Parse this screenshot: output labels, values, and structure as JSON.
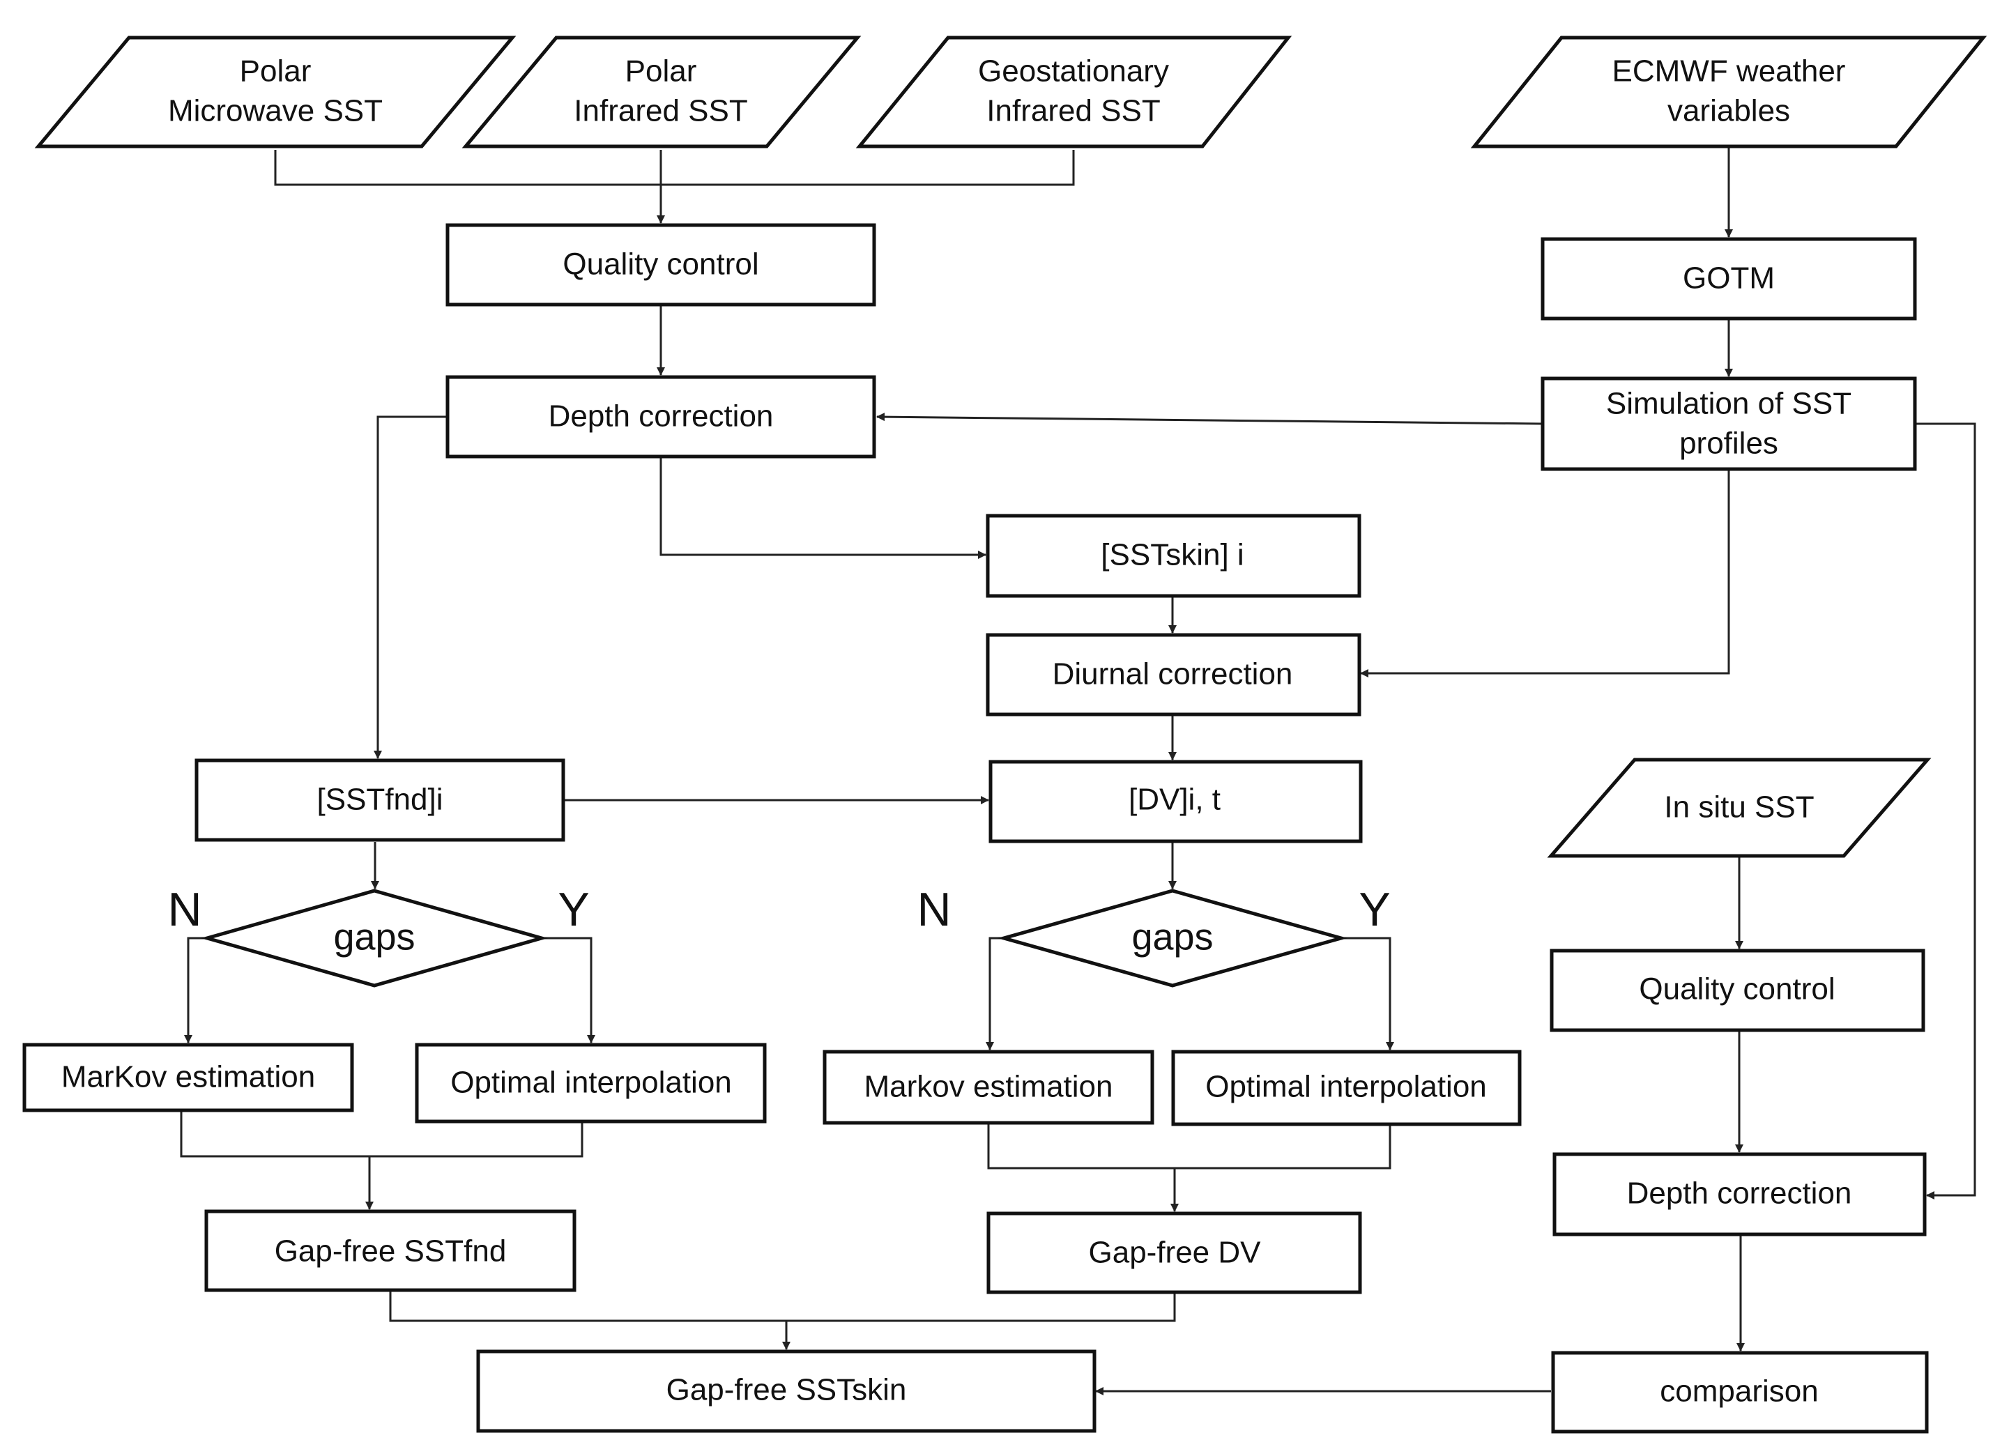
{
  "nodes": {
    "polar_microwave": [
      "Polar",
      "Microwave  SST"
    ],
    "polar_infrared": [
      "Polar",
      "Infrared SST"
    ],
    "geostationary_infrared": [
      "Geostationary",
      "Infrared SST"
    ],
    "ecmwf": [
      "ECMWF weather",
      "variables"
    ],
    "quality_control_1": "Quality control",
    "gotm": "GOTM",
    "depth_correction_1": "Depth correction",
    "simulation": [
      "Simulation of SST",
      "profiles"
    ],
    "sstskin_i": "[SSTskin] i",
    "diurnal_correction": "Diurnal correction",
    "sstfnd_i": "[SSTfnd]i",
    "dv_it": "[DV]i, t",
    "in_situ": "In situ SST",
    "gaps_left": "gaps",
    "gaps_mid": "gaps",
    "markov_left": "MarKov estimation",
    "optimal_left": "Optimal interpolation",
    "markov_mid": "Markov estimation",
    "optimal_mid": "Optimal interpolation",
    "quality_control_2": "Quality control",
    "depth_correction_2": "Depth correction",
    "gapfree_sstfnd": "Gap-free SSTfnd",
    "gapfree_dv": "Gap-free DV",
    "gapfree_sstskin": "Gap-free SSTskin",
    "comparison": "comparison"
  },
  "branches": {
    "left_no": "N",
    "left_yes": "Y",
    "mid_no": "N",
    "mid_yes": "Y"
  }
}
